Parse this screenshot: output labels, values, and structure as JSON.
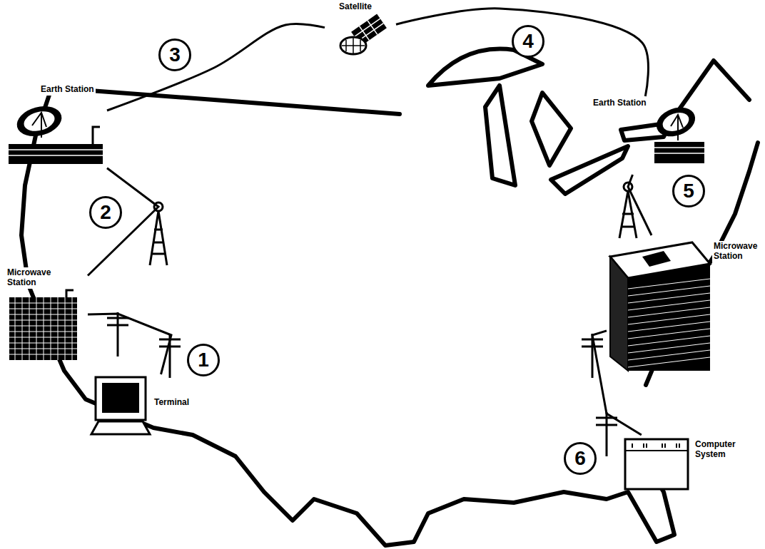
{
  "diagram": {
    "nodes": [
      {
        "text": [
          "Satellite"
        ]
      },
      {
        "text": [
          "Earth Station"
        ]
      },
      {
        "text": [
          "Earth Station"
        ]
      },
      {
        "text": [
          "Microwave Station"
        ]
      },
      {
        "text": [
          "Microwave Station"
        ]
      },
      {
        "text": [
          "Terminal"
        ]
      },
      {
        "text": [
          "Computer System"
        ]
      }
    ],
    "edges": [
      {
        "from": 5,
        "to": 3,
        "label": "1",
        "arrow": "none"
      },
      {
        "from": 3,
        "to": 1,
        "label": "2",
        "arrow": "none"
      },
      {
        "from": 1,
        "to": 0,
        "label": "3",
        "arrow": "none"
      },
      {
        "from": 0,
        "to": 2,
        "label": "4",
        "arrow": "none"
      },
      {
        "from": 2,
        "to": 4,
        "label": "5",
        "arrow": "none"
      },
      {
        "from": 4,
        "to": 6,
        "label": "6",
        "arrow": "none"
      }
    ]
  }
}
